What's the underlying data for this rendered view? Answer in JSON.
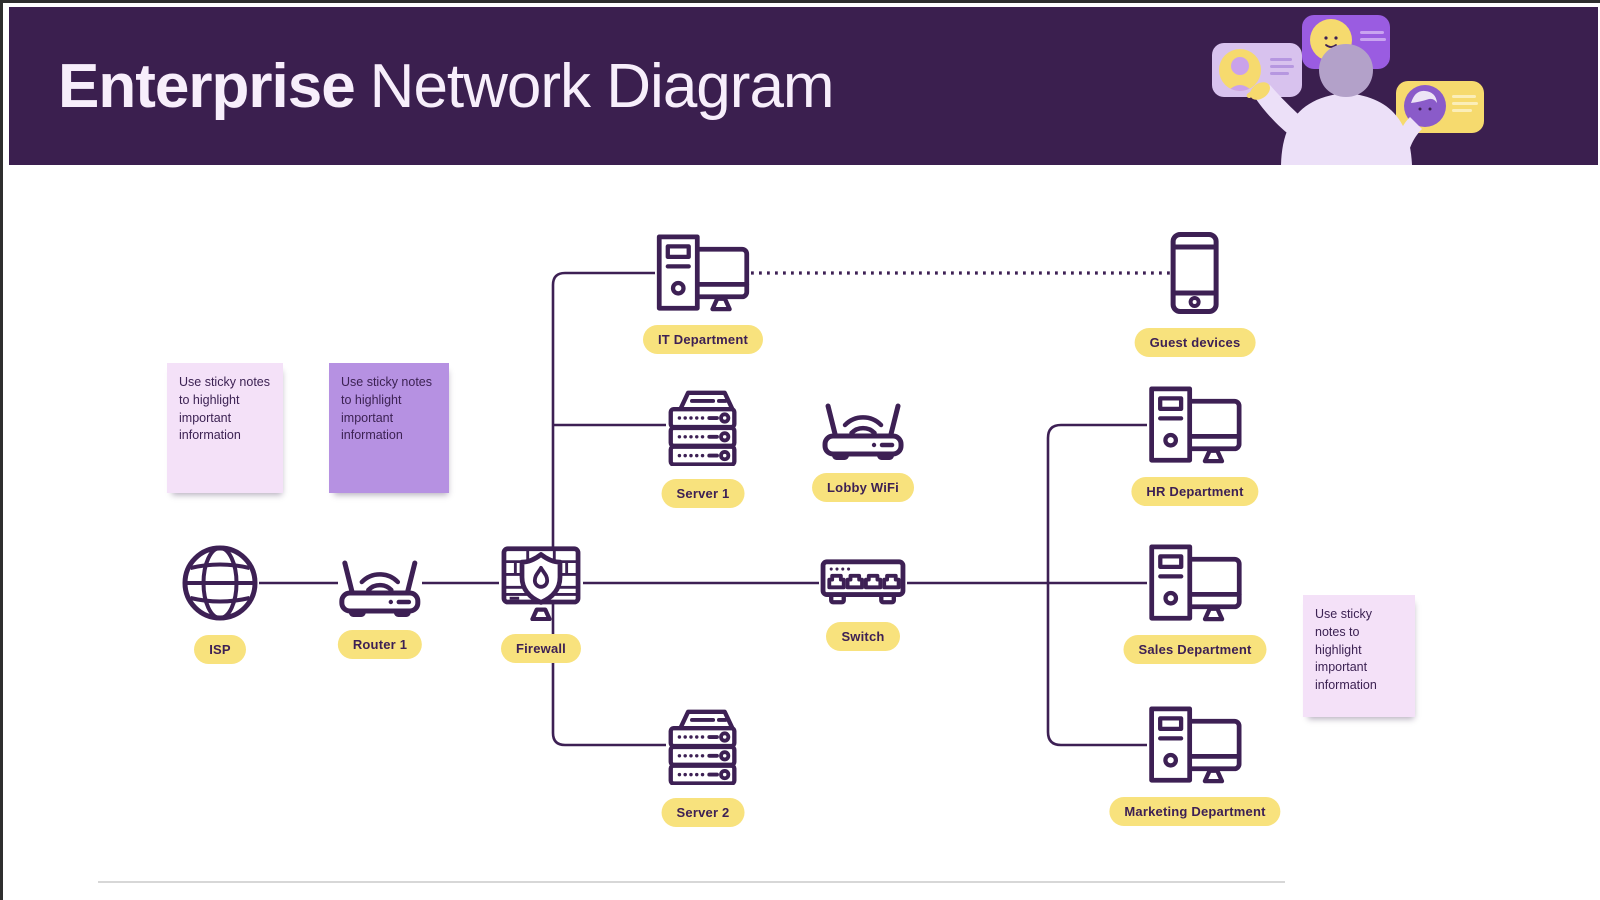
{
  "header": {
    "title_bold": "Enterprise",
    "title_regular": "Network Diagram",
    "illustration": "person-viewing-profile-cards"
  },
  "colors": {
    "header_background": "#3b1f4f",
    "diagram_ink": "#3d2054",
    "label_yellow": "#f8e27d",
    "sticky_light": "#f4e1f8",
    "sticky_purple": "#b691e2",
    "card_lavender": "#d8c2ee",
    "card_purple": "#9a5ce1",
    "card_yellow": "#f6da6e"
  },
  "nodes": [
    {
      "id": "it-department",
      "label": "IT Department",
      "icon": "desktop-computer-icon"
    },
    {
      "id": "guest-devices",
      "label": "Guest devices",
      "icon": "smartphone-icon"
    },
    {
      "id": "server-1",
      "label": "Server 1",
      "icon": "server-rack-icon"
    },
    {
      "id": "lobby-wifi",
      "label": "Lobby WiFi",
      "icon": "wifi-router-icon"
    },
    {
      "id": "hr-department",
      "label": "HR Department",
      "icon": "desktop-computer-icon"
    },
    {
      "id": "isp",
      "label": "ISP",
      "icon": "globe-icon"
    },
    {
      "id": "router-1",
      "label": "Router 1",
      "icon": "wifi-router-icon"
    },
    {
      "id": "firewall",
      "label": "Firewall",
      "icon": "firewall-shield-icon"
    },
    {
      "id": "switch",
      "label": "Switch",
      "icon": "network-switch-icon"
    },
    {
      "id": "sales-department",
      "label": "Sales Department",
      "icon": "desktop-computer-icon"
    },
    {
      "id": "server-2",
      "label": "Server 2",
      "icon": "server-rack-icon"
    },
    {
      "id": "marketing-department",
      "label": "Marketing Department",
      "icon": "desktop-computer-icon"
    }
  ],
  "connections": [
    {
      "from": "isp",
      "to": "router-1",
      "style": "solid"
    },
    {
      "from": "router-1",
      "to": "firewall",
      "style": "solid"
    },
    {
      "from": "firewall",
      "to": "it-department",
      "style": "solid"
    },
    {
      "from": "firewall",
      "to": "server-1",
      "style": "solid"
    },
    {
      "from": "firewall",
      "to": "server-2",
      "style": "solid"
    },
    {
      "from": "firewall",
      "to": "switch",
      "style": "solid"
    },
    {
      "from": "switch",
      "to": "hr-department",
      "style": "solid"
    },
    {
      "from": "switch",
      "to": "sales-department",
      "style": "solid"
    },
    {
      "from": "switch",
      "to": "marketing-department",
      "style": "solid"
    },
    {
      "from": "it-department",
      "to": "guest-devices",
      "style": "dotted"
    }
  ],
  "sticky_notes": [
    {
      "text": "Use sticky notes to highlight important information",
      "color": "light"
    },
    {
      "text": "Use sticky notes to highlight important information",
      "color": "purple"
    },
    {
      "text": "Use sticky notes to highlight important information",
      "color": "light"
    }
  ]
}
